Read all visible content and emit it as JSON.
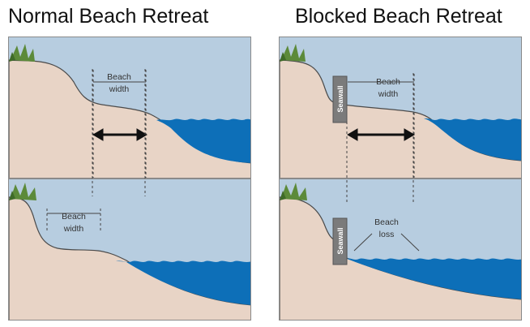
{
  "titles": {
    "left": "Normal Beach Retreat",
    "right": "Blocked Beach Retreat"
  },
  "labels": {
    "beach_width_line1": "Beach",
    "beach_width_line2": "width",
    "seawall": "Seawall",
    "beach_loss_line1": "Beach",
    "beach_loss_line2": "loss"
  },
  "colors": {
    "sky": "#b7cde0",
    "sand": "#e8d4c6",
    "water": "#0d6fb8",
    "shoreline": "#4a4a4a",
    "seawall": "#7b7b7b",
    "vegetation": "#5c8a3a"
  }
}
